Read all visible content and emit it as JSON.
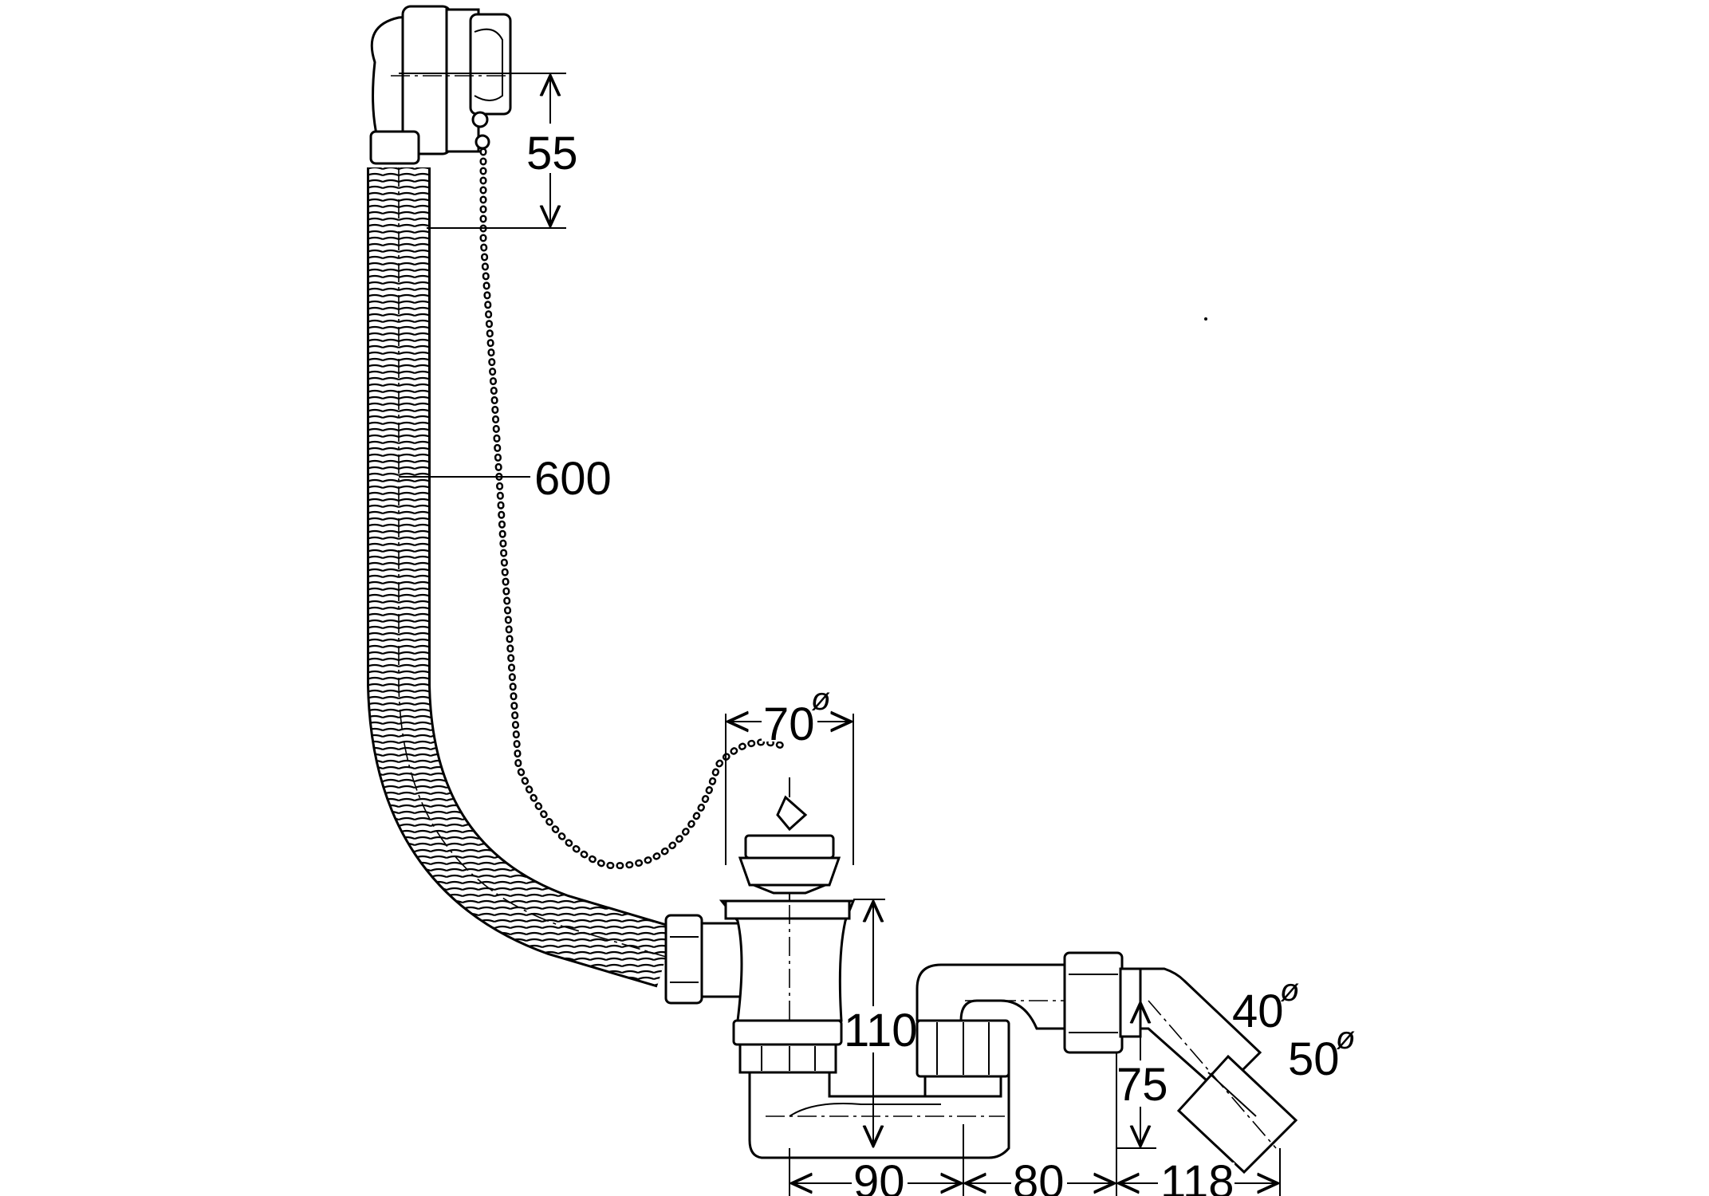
{
  "dimensions": {
    "overflow_height": "55",
    "hose_length": "600",
    "plug_diameter": "70",
    "trap_height": "110",
    "outlet_height": "75",
    "span_left": "90",
    "span_middle": "80",
    "span_right": "118",
    "outlet_small_diameter": "40",
    "outlet_large_diameter": "50",
    "diameter_symbol": "ø"
  }
}
